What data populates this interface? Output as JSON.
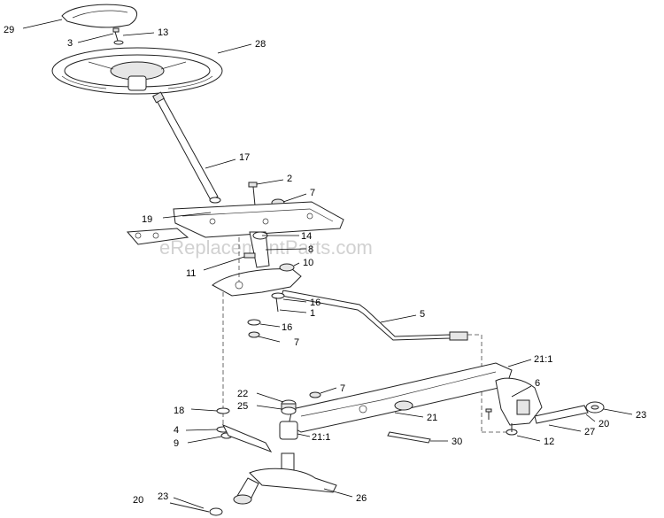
{
  "watermark": "eReplacementParts.com",
  "callouts": [
    {
      "id": "c29",
      "text": "29"
    },
    {
      "id": "c3",
      "text": "3"
    },
    {
      "id": "c13",
      "text": "13"
    },
    {
      "id": "c28",
      "text": "28"
    },
    {
      "id": "c17",
      "text": "17"
    },
    {
      "id": "c2",
      "text": "2"
    },
    {
      "id": "c7a",
      "text": "7"
    },
    {
      "id": "c19",
      "text": "19"
    },
    {
      "id": "c14",
      "text": "14"
    },
    {
      "id": "c8",
      "text": "8"
    },
    {
      "id": "c11",
      "text": "11"
    },
    {
      "id": "c10",
      "text": "10"
    },
    {
      "id": "c16a",
      "text": "16"
    },
    {
      "id": "c1",
      "text": "1"
    },
    {
      "id": "c5",
      "text": "5"
    },
    {
      "id": "c16b",
      "text": "16"
    },
    {
      "id": "c7b",
      "text": "7"
    },
    {
      "id": "c21a",
      "text": "21:1"
    },
    {
      "id": "c22",
      "text": "22"
    },
    {
      "id": "c7c",
      "text": "7"
    },
    {
      "id": "c6",
      "text": "6"
    },
    {
      "id": "c18",
      "text": "18"
    },
    {
      "id": "c25",
      "text": "25"
    },
    {
      "id": "c21",
      "text": "21"
    },
    {
      "id": "c23a",
      "text": "23"
    },
    {
      "id": "c20a",
      "text": "20"
    },
    {
      "id": "c4",
      "text": "4"
    },
    {
      "id": "c21b",
      "text": "21:1"
    },
    {
      "id": "c27",
      "text": "27"
    },
    {
      "id": "c9",
      "text": "9"
    },
    {
      "id": "c30",
      "text": "30"
    },
    {
      "id": "c12",
      "text": "12"
    },
    {
      "id": "c26",
      "text": "26"
    },
    {
      "id": "c20b",
      "text": "20"
    },
    {
      "id": "c23b",
      "text": "23"
    }
  ]
}
